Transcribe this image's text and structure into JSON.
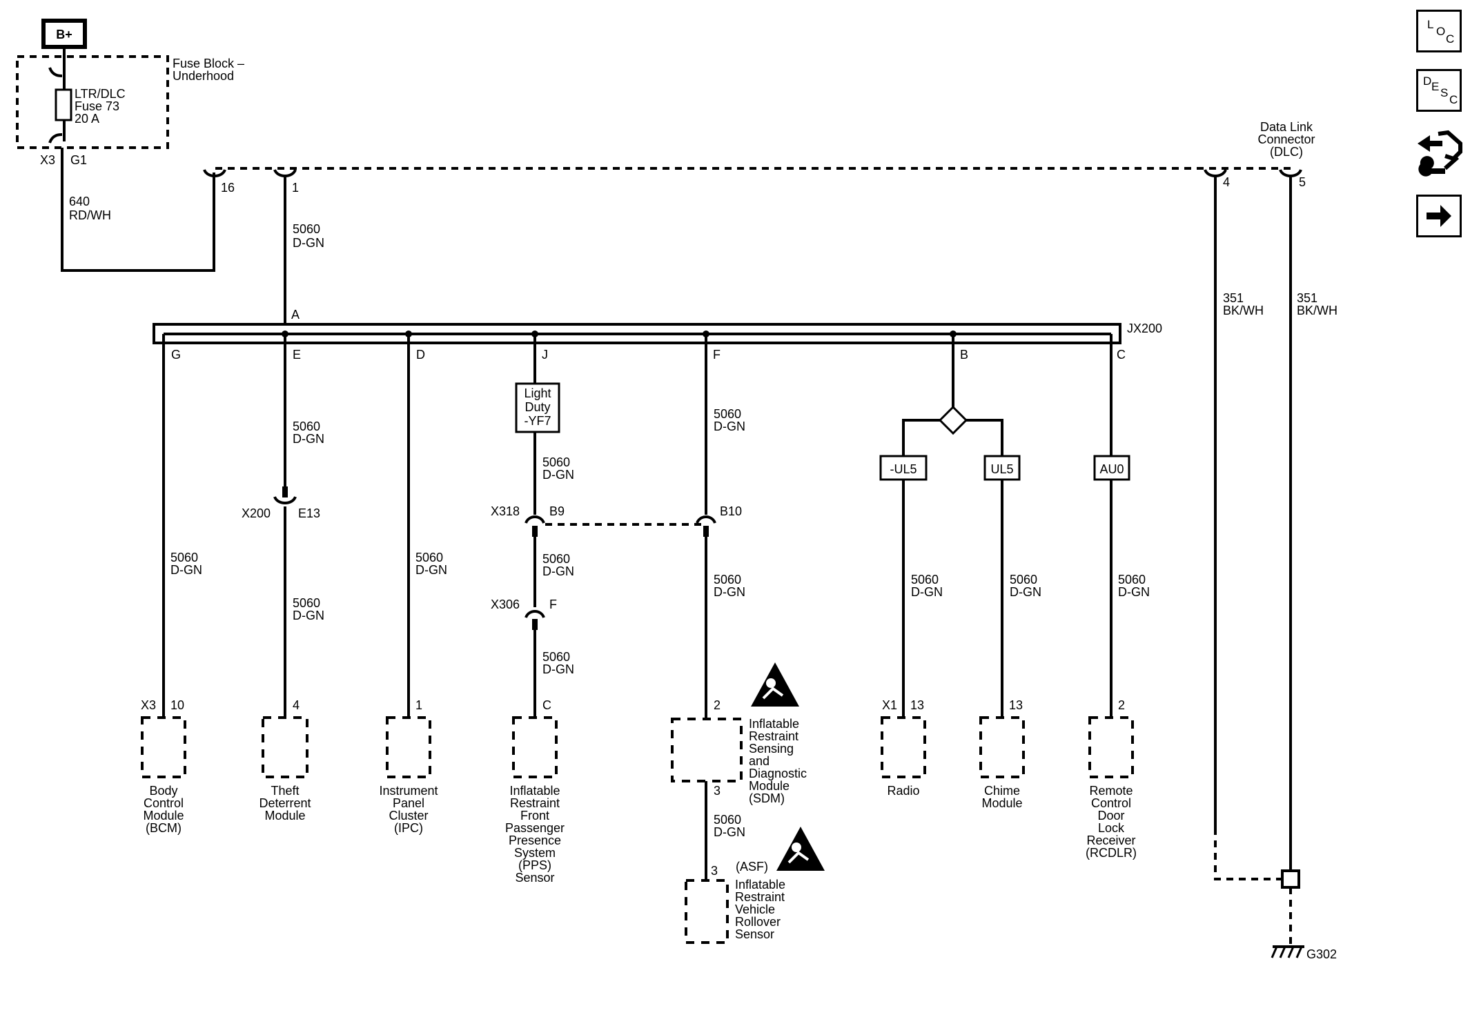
{
  "power": {
    "label": "B+"
  },
  "fuse_block": {
    "title1": "Fuse Block –",
    "title2": "Underhood",
    "fuse_name": "LTR/DLC",
    "fuse_num": "Fuse 73",
    "fuse_amp": "20 A",
    "conn": "X3",
    "pin": "G1"
  },
  "wire640": {
    "num": "640",
    "color": "RD/WH"
  },
  "pins": {
    "p16": "16",
    "p1": "1",
    "p4": "4",
    "p5": "5"
  },
  "dlc": {
    "l1": "Data Link",
    "l2": "Connector",
    "l3": "(DLC)"
  },
  "trunk": {
    "num": "5060",
    "color": "D-GN"
  },
  "splice": {
    "name": "JX200",
    "top": "A",
    "g": "G",
    "e": "E",
    "d": "D",
    "j": "J",
    "f": "F",
    "b": "B",
    "c": "C"
  },
  "wire": {
    "num": "5060",
    "color": "D-GN"
  },
  "gnd_wire": {
    "num": "351",
    "color": "BK/WH"
  },
  "options": {
    "ld1": "Light",
    "ld2": "Duty",
    "ld3": "-YF7",
    "nul5": "-UL5",
    "ul5": "UL5",
    "au0": "AU0"
  },
  "x200": {
    "conn": "X200",
    "pin": "E13"
  },
  "x318": {
    "conn": "X318",
    "pin": "B9",
    "pin2": "B10"
  },
  "x306": {
    "conn": "X306",
    "pin": "F"
  },
  "bcm": {
    "conn": "X3",
    "pin": "10",
    "l1": "Body",
    "l2": "Control",
    "l3": "Module",
    "l4": "(BCM)"
  },
  "theft": {
    "pin": "4",
    "l1": "Theft",
    "l2": "Deterrent",
    "l3": "Module"
  },
  "ipc": {
    "pin": "1",
    "l1": "Instrument",
    "l2": "Panel",
    "l3": "Cluster",
    "l4": "(IPC)"
  },
  "pps": {
    "pin": "C",
    "l1": "Inflatable",
    "l2": "Restraint",
    "l3": "Front",
    "l4": "Passenger",
    "l5": "Presence",
    "l6": "System",
    "l7": "(PPS)",
    "l8": "Sensor"
  },
  "sdm": {
    "pin_in": "2",
    "pin_out": "3",
    "l1": "Inflatable",
    "l2": "Restraint",
    "l3": "Sensing",
    "l4": "and",
    "l5": "Diagnostic",
    "l6": "Module",
    "l7": "(SDM)"
  },
  "rollover": {
    "pin": "3",
    "opt": "(ASF)",
    "l1": "Inflatable",
    "l2": "Restraint",
    "l3": "Vehicle",
    "l4": "Rollover",
    "l5": "Sensor"
  },
  "radio": {
    "conn": "X1",
    "pin": "13",
    "l1": "Radio"
  },
  "chime": {
    "pin": "13",
    "l1": "Chime",
    "l2": "Module"
  },
  "rcdlr": {
    "pin": "2",
    "l1": "Remote",
    "l2": "Control",
    "l3": "Door",
    "l4": "Lock",
    "l5": "Receiver",
    "l6": "(RCDLR)"
  },
  "ground": {
    "label": "G302"
  },
  "nav": {
    "loc_l": "L",
    "loc_o": "O",
    "loc_c": "C",
    "desc_d": "D",
    "desc_e": "E",
    "desc_s": "S",
    "desc_c": "C"
  },
  "icons": {
    "sdm_warning": "airbag-warning-icon",
    "rollover_warning": "airbag-warning-icon",
    "tools": "connector-wrench-icon",
    "next": "arrow-right-icon"
  }
}
